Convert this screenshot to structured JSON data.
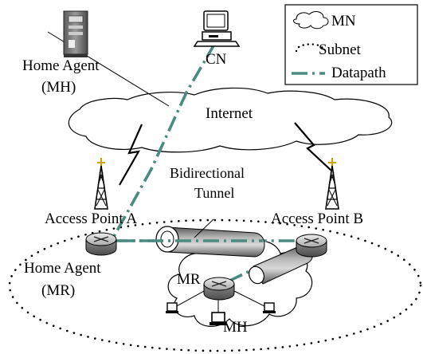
{
  "legend": {
    "mn_label": "MN",
    "subnet_label": "Subnet",
    "datapath_label": "Datapath"
  },
  "labels": {
    "home_agent_mh_line1": "Home Agent",
    "home_agent_mh_line2": "(MH)",
    "cn": "CN",
    "internet": "Internet",
    "tunnel_line1": "Bidirectional",
    "tunnel_line2": "Tunnel",
    "access_point_a": "Access Point A",
    "access_point_b": "Access Point B",
    "home_agent_mr_line1": "Home Agent",
    "home_agent_mr_line2": "(MR)",
    "mr": "MR",
    "mh": "MH"
  },
  "colors": {
    "datapath": "#4a8a80",
    "tunnel": "#8a8a8a",
    "line": "#000000",
    "background": "#ffffff"
  },
  "icons": [
    "server-icon",
    "computer-icon",
    "router-icon",
    "antenna-tower-icon",
    "laptop-icon",
    "cloud-icon",
    "lightning-link-icon",
    "tunnel-pipe-icon"
  ]
}
